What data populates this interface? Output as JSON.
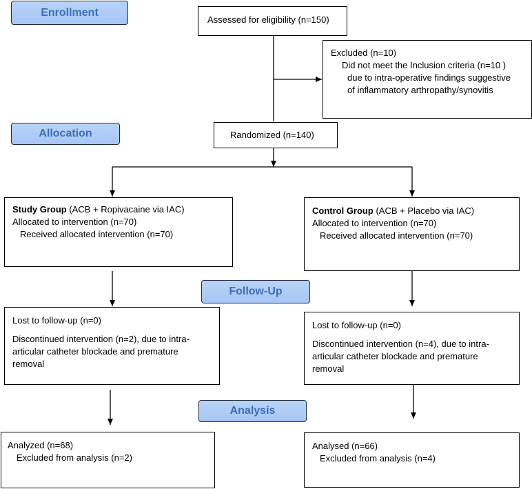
{
  "phases": {
    "enrollment": "Enrollment",
    "allocation": "Allocation",
    "follow_up": "Follow-Up",
    "analysis": "Analysis"
  },
  "assessed": "Assessed for eligibility (n=150)",
  "excluded": {
    "title": "Excluded (n=10)",
    "reason_1": "Did not meet the Inclusion criteria (n=10  )",
    "reason_2": "due to intra-operative findings suggestive",
    "reason_3": "of inflammatory arthropathy/synovitis"
  },
  "randomized": "Randomized (n=140)",
  "study_group": {
    "name": "Study Group",
    "detail": " (ACB + Ropivacaine via IAC)",
    "allocated": "Allocated to intervention (n=70)",
    "received": "Received allocated intervention (n=70)",
    "lost": "Lost to follow-up (n=0)",
    "disc_1": "Discontinued intervention (n=2), due to intra-",
    "disc_2": "articular catheter blockade and premature",
    "disc_3": "removal",
    "analyzed": "Analyzed (n=68)",
    "excluded_analysis": "Excluded from analysis (n=2)"
  },
  "control_group": {
    "name": "Control Group",
    "detail": " (ACB + Placebo via IAC)",
    "allocated": "Allocated to intervention (n=70)",
    "received": "Received allocated intervention (n=70)",
    "lost": "Lost to follow-up (n=0)",
    "disc_1": "Discontinued intervention (n=4), due to intra-",
    "disc_2": "articular catheter blockade and premature",
    "disc_3": "removal",
    "analyzed": "Analysed (n=66)",
    "excluded_analysis": "Excluded from analysis (n=4)"
  }
}
